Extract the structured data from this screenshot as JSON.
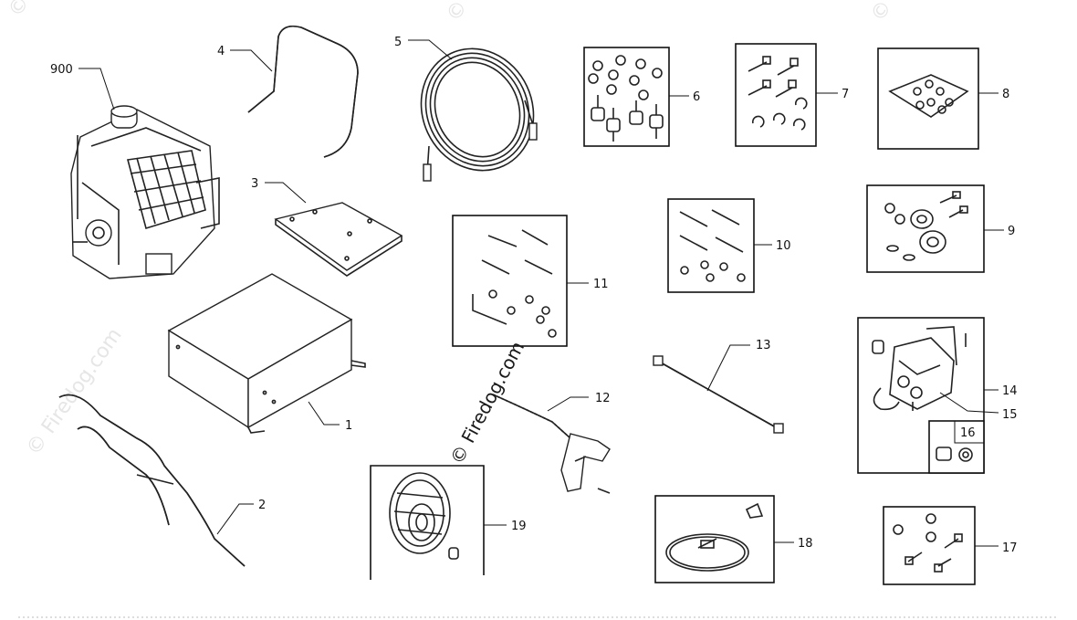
{
  "labels": {
    "p1": "1",
    "p2": "2",
    "p3": "3",
    "p4": "4",
    "p5": "5",
    "p6": "6",
    "p7": "7",
    "p8": "8",
    "p9": "9",
    "p10": "10",
    "p11": "11",
    "p12": "12",
    "p13": "13",
    "p14": "14",
    "p15": "15",
    "p16": "16",
    "p17": "17",
    "p18": "18",
    "p19": "19",
    "p900": "900"
  },
  "watermark": {
    "main": "© Firedog.com",
    "ghost": "© Firedog.com"
  }
}
